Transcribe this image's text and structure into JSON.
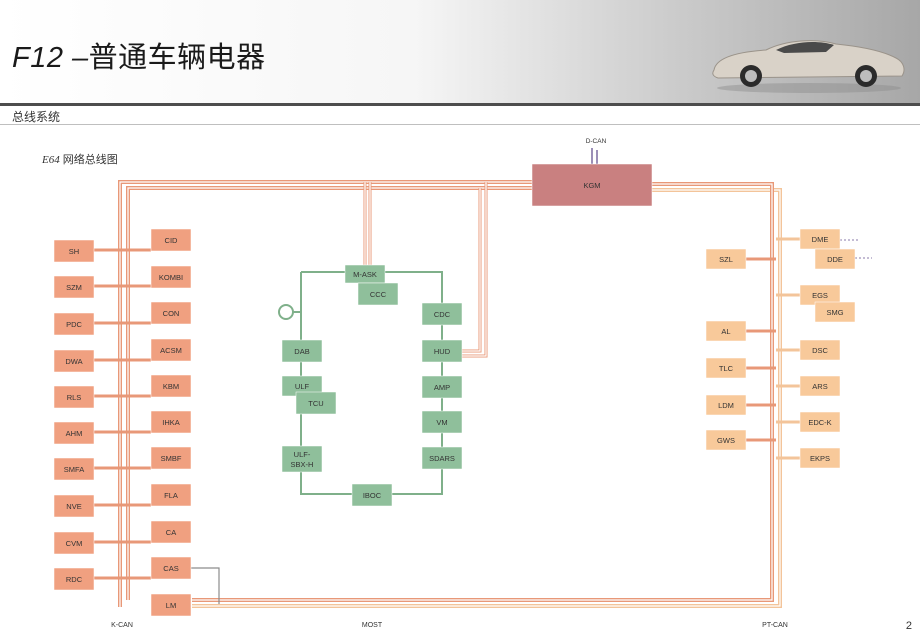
{
  "header": {
    "title_prefix": "F12",
    "title_sep": " –",
    "title_main": "普通车辆电器",
    "subtitle": "总线系统"
  },
  "diagram": {
    "label_code": "E64",
    "label_text": "网络总线图",
    "bus_labels": {
      "kcan": "K-CAN",
      "most": "MOST",
      "ptcan": "PT-CAN",
      "dcan": "D-CAN"
    },
    "gateway": "KGM",
    "kcan_left": [
      "SH",
      "SZM",
      "PDC",
      "DWA",
      "RLS",
      "AHM",
      "SMFA",
      "NVE",
      "CVM",
      "RDC"
    ],
    "kcan_right": [
      "CID",
      "KOMBI",
      "CON",
      "ACSM",
      "KBM",
      "IHKA",
      "SMBF",
      "FLA",
      "CA",
      "CAS",
      "LM"
    ],
    "most_left": [
      "DAB",
      "ULF",
      "TCU",
      "ULF-SBX-H"
    ],
    "most_right": [
      "CDC",
      "HUD",
      "AMP",
      "VM",
      "SDARS"
    ],
    "most_top": [
      "M-ASK",
      "CCC"
    ],
    "most_bottom": "IBOC",
    "ptcan_left": [
      "SZL",
      "AL",
      "TLC",
      "LDM",
      "GWS"
    ],
    "ptcan_right": [
      "DME",
      "DDE",
      "EGS",
      "SMG",
      "DSC",
      "ARS",
      "EDC-K",
      "EKPS"
    ],
    "colors": {
      "kcan_module": "#f0a080",
      "most_module": "#8fbf9b",
      "ptcan_module": "#f8c99a",
      "gateway": "#c98080",
      "bus_line": "#e89878"
    }
  },
  "page_number": "2"
}
